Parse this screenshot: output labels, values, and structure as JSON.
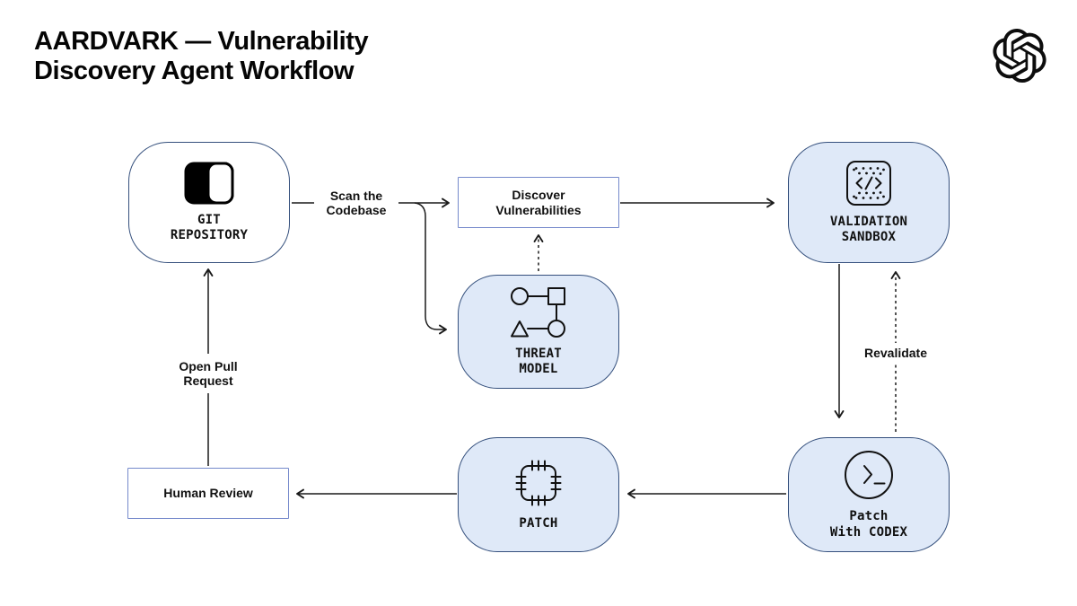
{
  "header": {
    "title_line1": "AARDVARK — Vulnerability",
    "title_line2": "Discovery Agent Workflow"
  },
  "logo": {
    "name": "openai-logo"
  },
  "colors": {
    "node_border": "#35507D",
    "node_fill": "#DFE9F8",
    "connector_box_border": "#7589CB",
    "arrow": "#1A1A1A",
    "background": "#FFFFFF",
    "text": "#0D0D0D"
  },
  "nodes": {
    "git_repository": {
      "line1": "GIT",
      "line2": "REPOSITORY",
      "icon": "repository-icon"
    },
    "discover_vulnerabilities": {
      "line1": "Discover",
      "line2": "Vulnerabilities"
    },
    "validation_sandbox": {
      "line1": "VALIDATION",
      "line2": "SANDBOX",
      "icon": "sandbox-code-icon"
    },
    "threat_model": {
      "line1": "THREAT",
      "line2": "MODEL",
      "icon": "threat-model-icon"
    },
    "patch": {
      "line1": "PATCH",
      "icon": "chip-icon"
    },
    "patch_with_codex": {
      "line1": "Patch",
      "line2": "With CODEX",
      "icon": "terminal-icon"
    },
    "human_review": {
      "line1": "Human Review"
    }
  },
  "edges": {
    "scan_the_codebase": {
      "line1": "Scan the",
      "line2": "Codebase"
    },
    "open_pull_request": {
      "line1": "Open Pull",
      "line2": "Request"
    },
    "revalidate": {
      "label": "Revalidate"
    }
  }
}
